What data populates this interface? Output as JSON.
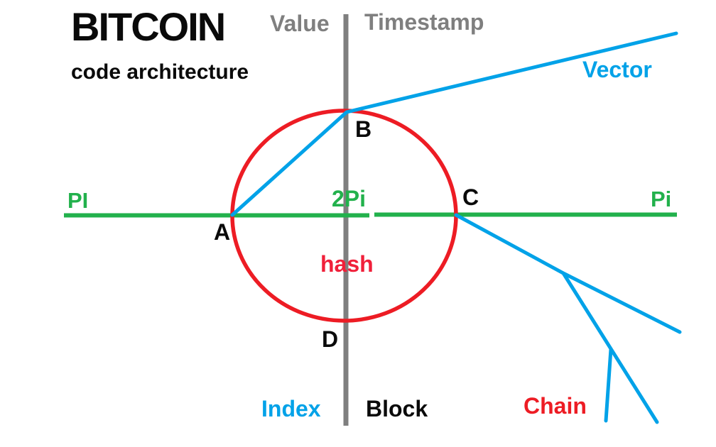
{
  "title": {
    "main": "BITCOIN",
    "subtitle": "code architecture"
  },
  "axis_labels": {
    "vertical_top_left": "Value",
    "vertical_top_right": "Timestamp",
    "horizontal_left": "PI",
    "horizontal_center": "2Pi",
    "horizontal_right": "Pi",
    "vertical_bottom_left": "Index",
    "vertical_bottom_right": "Block"
  },
  "points": {
    "a": "A",
    "b": "B",
    "c": "C",
    "d": "D"
  },
  "annotations": {
    "vector": "Vector",
    "hash": "hash",
    "chain": "Chain"
  },
  "colors": {
    "black": "#0a0a0a",
    "gray": "#7f7f7f",
    "green": "#22b14c",
    "blue": "#00a2e8",
    "red": "#ed1c24",
    "hash_red": "#f0203a",
    "bg": "#ffffff"
  }
}
